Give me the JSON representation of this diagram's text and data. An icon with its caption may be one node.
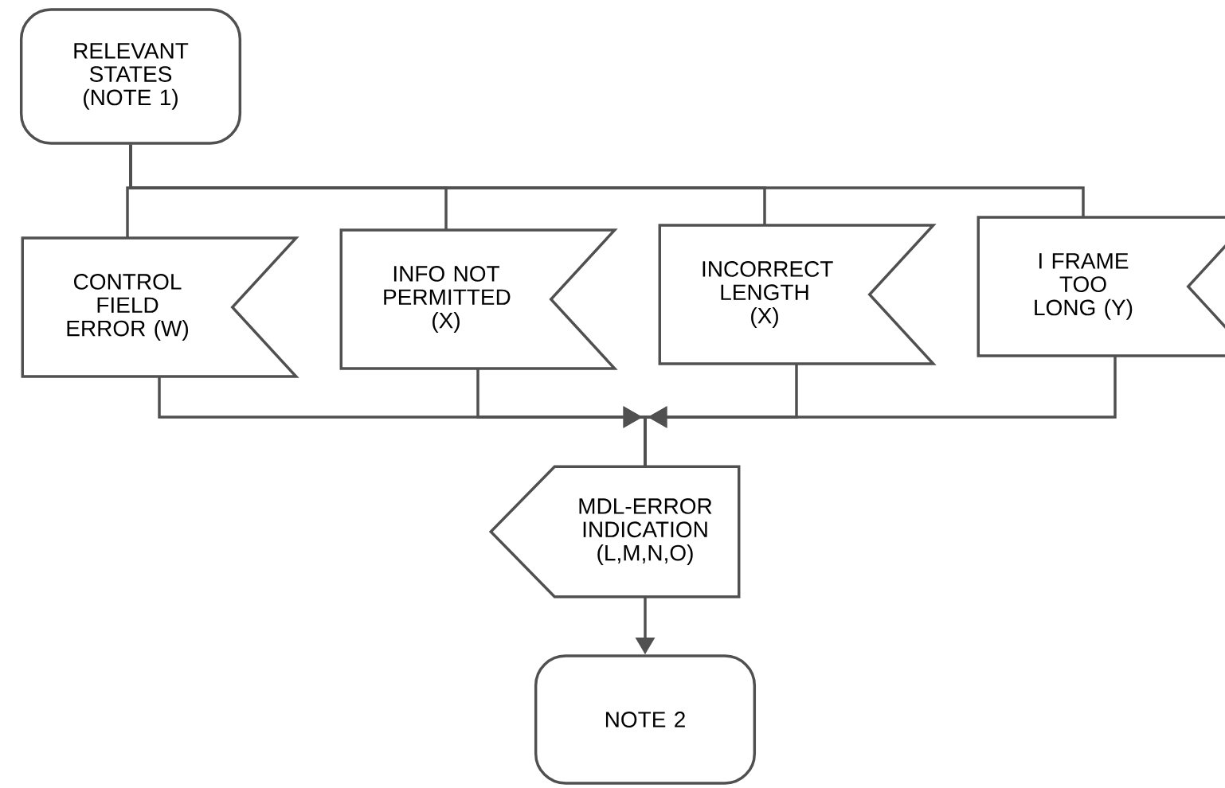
{
  "diagram": {
    "nodes": [
      {
        "text": [
          "RELEVANT STATES (NOTE 1)"
        ]
      },
      {
        "text": [
          "CONTROL FIELD ERROR (W)"
        ]
      },
      {
        "text": [
          "INFO NOT PERMITTED (X)"
        ]
      },
      {
        "text": [
          "INCORRECT LENGTH (X)"
        ]
      },
      {
        "text": [
          "I FRAME TOO LONG (Y)"
        ]
      },
      {
        "text": [
          "MDL-ERROR INDICATION (L,M,N,O)"
        ]
      },
      {
        "text": [
          "NOTE 2"
        ]
      }
    ],
    "edges": [
      {
        "from": 0,
        "to": 1,
        "arrow": "none"
      },
      {
        "from": 0,
        "to": 2,
        "arrow": "none"
      },
      {
        "from": 0,
        "to": 3,
        "arrow": "none"
      },
      {
        "from": 0,
        "to": 4,
        "arrow": "none"
      },
      {
        "from": 1,
        "to": 5,
        "arrow": "to"
      },
      {
        "from": 2,
        "to": 5,
        "arrow": "to"
      },
      {
        "from": 3,
        "to": 5,
        "arrow": "to"
      },
      {
        "from": 4,
        "to": 5,
        "arrow": "to"
      },
      {
        "from": 5,
        "to": 6,
        "arrow": "to"
      }
    ]
  }
}
